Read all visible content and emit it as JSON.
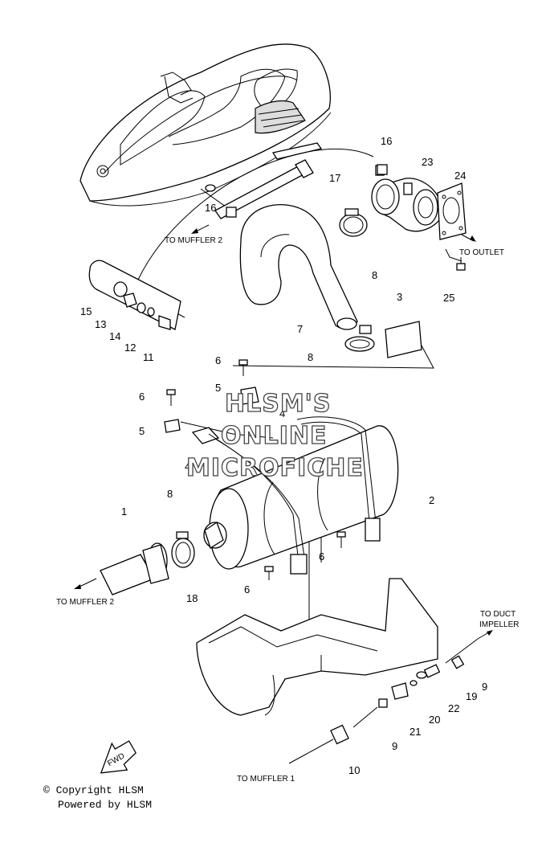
{
  "labels": {
    "l1": "1",
    "l2": "2",
    "l3": "3",
    "l4a": "4",
    "l4b": "4",
    "l5a": "5",
    "l5b": "5",
    "l6a": "6",
    "l6b": "6",
    "l6c": "6",
    "l6d": "6",
    "l7": "7",
    "l8a": "8",
    "l8b": "8",
    "l8c": "8",
    "l9a": "9",
    "l9b": "9",
    "l10": "10",
    "l11": "11",
    "l12": "12",
    "l13": "13",
    "l14": "14",
    "l15": "15",
    "l16a": "16",
    "l16b": "16",
    "l17": "17",
    "l18": "18",
    "l19": "19",
    "l20": "20",
    "l21": "21",
    "l22": "22",
    "l23": "23",
    "l24": "24",
    "l25": "25"
  },
  "callouts": {
    "to_muffler2_top": "TO MUFFLER 2",
    "to_outlet": "TO OUTLET",
    "to_muffler2_left": "TO MUFFLER 2",
    "to_duct": "TO DUCT",
    "impeller": "IMPELLER",
    "to_muffler1": "TO MUFFLER 1",
    "fwd": "FWD"
  },
  "watermark": {
    "line1": "HLSM'S",
    "line2": "ONLINE",
    "line3": "MICROFICHE"
  },
  "footer": {
    "copyright": "© Copyright HLSM",
    "powered": "Powered by HLSM"
  }
}
